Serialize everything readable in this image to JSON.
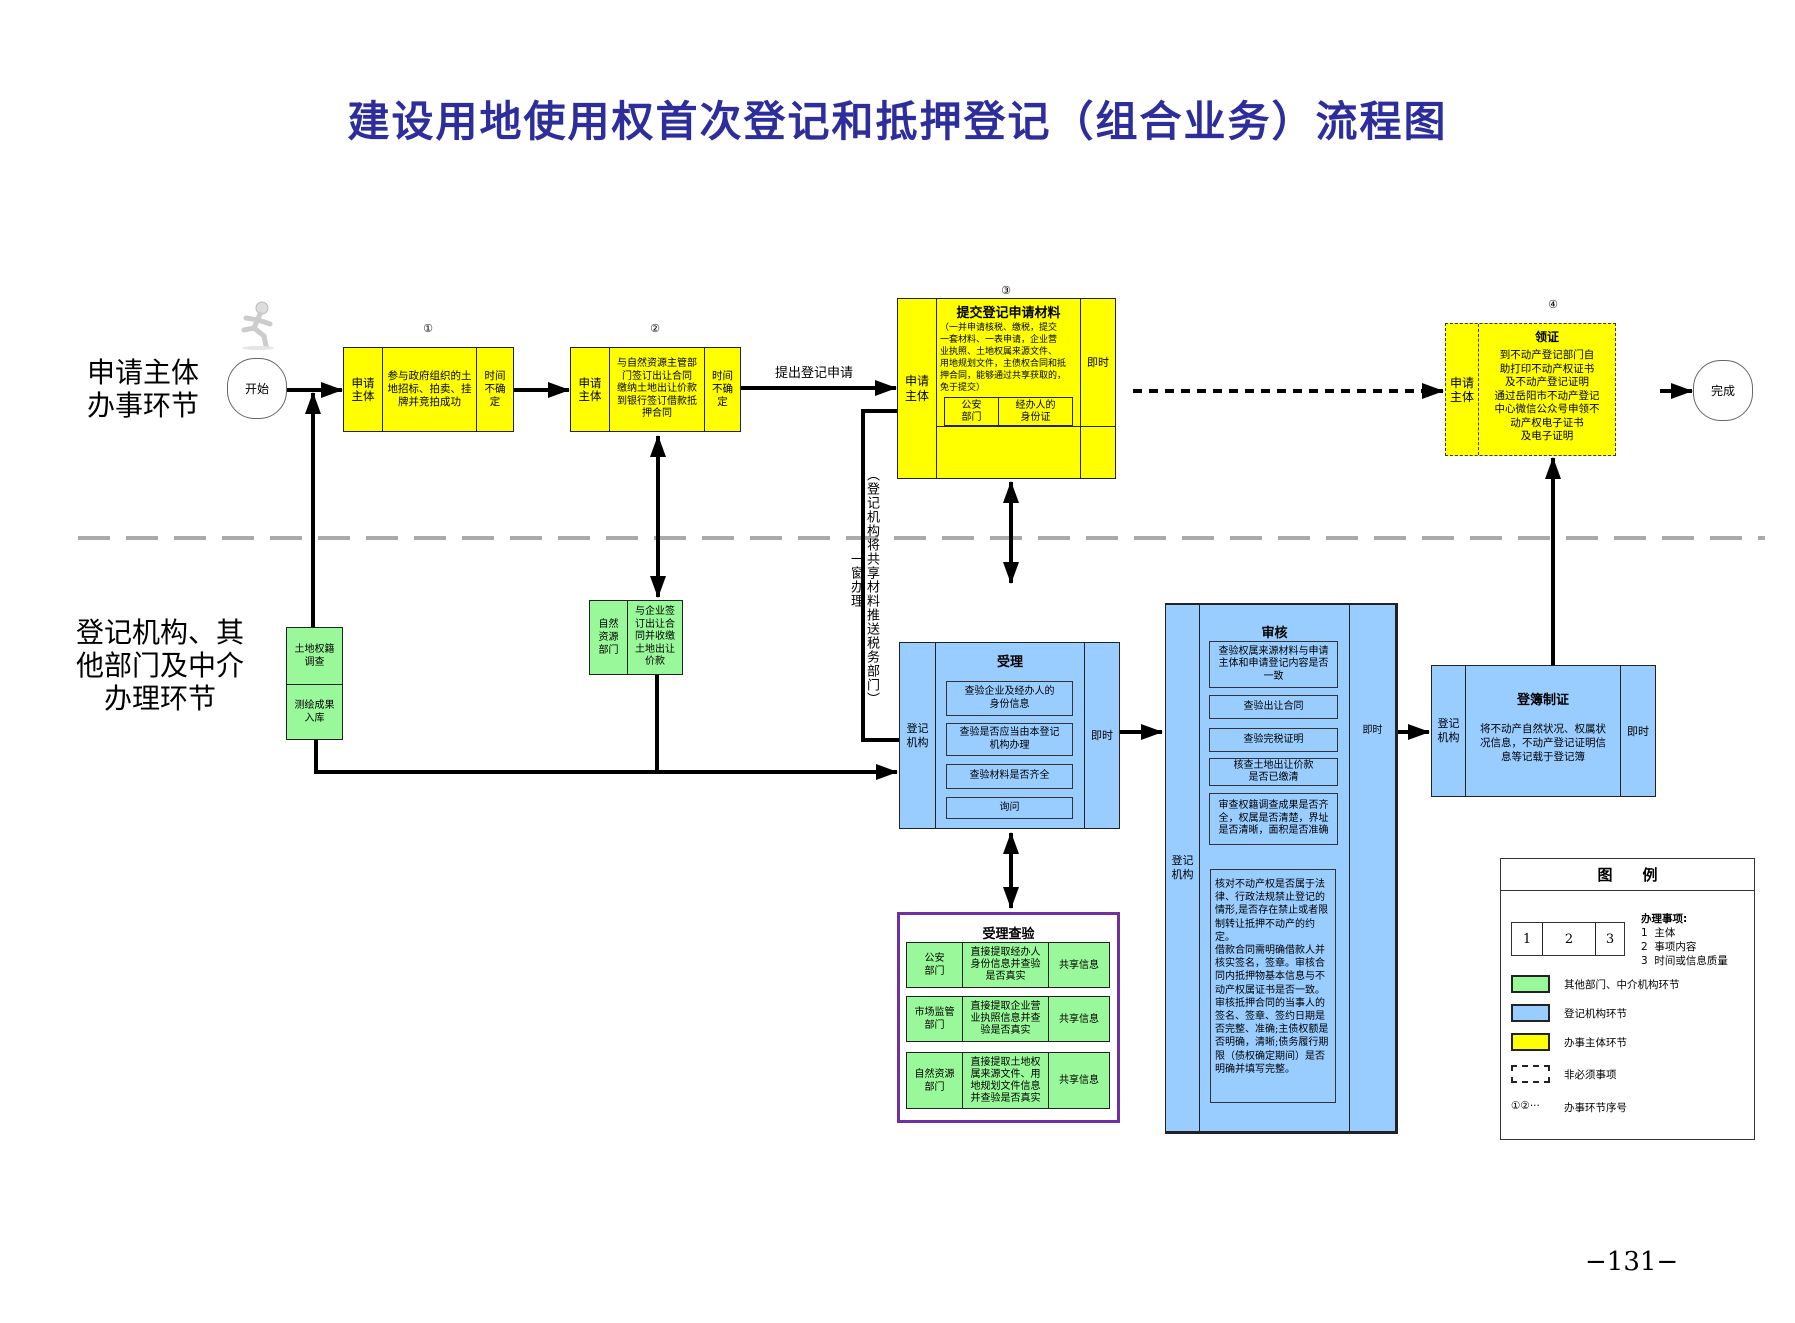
{
  "title": "建设用地使用权首次登记和抵押登记（组合业务）流程图",
  "lanes": {
    "applicant": "申请主体\n办事环节",
    "agency": "登记机构、其\n他部门及中介\n办理环节"
  },
  "start": "开始",
  "end": "完成",
  "step_numbers": [
    "①",
    "②",
    "③",
    "④"
  ],
  "steps": {
    "s1": {
      "subject": "申请\n主体",
      "content": "参与政府组织的土\n地招标、拍卖、挂\n牌并竞拍成功",
      "time": "时间\n不确\n定"
    },
    "s2": {
      "subject": "申请\n主体",
      "content": "与自然资源主管部\n门签订出让合同\n缴纳土地出让价款\n到银行签订借款抵\n押合同",
      "time": "时间\n不确\n定"
    },
    "s3": {
      "subject": "申请\n主体",
      "title": "提交登记申请材料",
      "content": "（一并申请核税、缴税，提交\n一套材料、一表申请，企业营\n业执照、土地权属来源文件、\n用地规划文件，主债权合同和抵\n押合同，能够通过共享获取的，\n免于提交）",
      "dept": "公安\n部门",
      "dept_item": "经办人的\n身份证",
      "time": "即时"
    },
    "s4": {
      "subject": "申请\n主体",
      "title": "领证",
      "content": "到不动产登记部门自\n助打印不动产权证书\n及不动产登记证明\n通过岳阳市不动产登记\n中心微信公众号申领不\n动产权电子证书\n及电子证明"
    }
  },
  "arrow_label": "提出登记申请",
  "side_note": "（登记机构将共享材料推送税务部门）",
  "side_note2": "一窗办理",
  "green_left": {
    "top": "土地权籍\n调查",
    "bottom": "测绘成果\n入库"
  },
  "green_mid": {
    "dept": "自然\n资源\n部门",
    "content": "与企业签\n订出让合\n同并收缴\n土地出让\n价款"
  },
  "accept": {
    "subject": "登记\n机构",
    "title": "受理",
    "items": [
      "查验企业及经办人的\n身份信息",
      "查验是否应当由本登记\n机构办理",
      "查验材料是否齐全",
      "询问"
    ],
    "time": "即时"
  },
  "verify": {
    "title": "受理查验",
    "rows": [
      {
        "dept": "公安\n部门",
        "content": "直接提取经办人\n身份信息并查验\n是否真实",
        "info": "共享信息"
      },
      {
        "dept": "市场监管\n部门",
        "content": "直接提取企业营\n业执照信息并查\n验是否真实",
        "info": "共享信息"
      },
      {
        "dept": "自然资源\n部门",
        "content": "直接提取土地权\n属来源文件、用\n地规划文件信息\n并查验是否真实",
        "info": "共享信息"
      }
    ]
  },
  "review": {
    "subject": "登记\n机构",
    "title": "审核",
    "items": [
      "查验权属来源材料与申请\n主体和申请登记内容是否\n一致",
      "查验出让合同",
      "查验完税证明",
      "核查土地出让价款\n是否已缴清",
      "审查权籍调查成果是否齐\n全，权属是否清楚，界址\n是否清晰，面积是否准确"
    ],
    "detail": "核对不动产权是否属于法律、行政法规禁止登记的情形,是否存在禁止或者限制转让抵押不动产的约定。\n借款合同需明确借款人并核实签名，签章。审核合同内抵押物基本信息与不动产权属证书是否一致。审核抵押合同的当事人的签名、签章、签约日期是否完整、准确;主债权额是否明确，清晰;债务履行期限（债权确定期间）是否明确并填写完整。",
    "time": "即时"
  },
  "register": {
    "subject": "登记\n机构",
    "title": "登簿制证",
    "content": "将不动产自然状况、权属状\n况信息，不动产登记证明信\n息等记载于登记簿",
    "time": "即时"
  },
  "legend": {
    "title": "图　　例",
    "cells": [
      "1",
      "2",
      "3"
    ],
    "items_title": "办理事项:",
    "items": [
      "1  主体",
      "2  事项内容",
      "3  时间或信息质量"
    ],
    "green": "其他部门、中介机构环节",
    "blue": "登记机构环节",
    "yellow": "办事主体环节",
    "dashed": "非必须事项",
    "seq_symbol": "①②···",
    "seq": "办事环节序号"
  },
  "colors": {
    "applicant": "#ffff00",
    "registry": "#99ccff",
    "other": "#99f899",
    "verify_border": "#7030a0",
    "title": "#2d2d9b"
  },
  "page_number": "−131−"
}
